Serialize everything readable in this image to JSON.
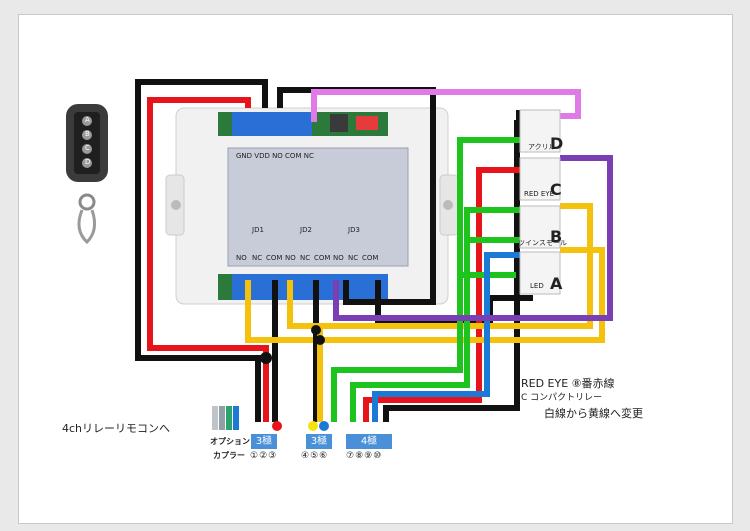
{
  "note_left": "4chリレーリモコンへ",
  "option_coupler_1": "オプション",
  "option_coupler_2": "カプラー",
  "note_right_1": "RED EYE ⑧番赤線",
  "note_right_2": "C コンパクトリレー",
  "note_right_3": "白線から黄線へ変更",
  "connectors": [
    {
      "label": "3極",
      "pins": "①②③"
    },
    {
      "label": "3極",
      "pins": "④⑤⑥"
    },
    {
      "label": "4極",
      "pins": "⑦⑧⑨⑩"
    }
  ],
  "relays": [
    {
      "letter": "D",
      "caption": "アクリル"
    },
    {
      "letter": "C",
      "caption": "RED EYE"
    },
    {
      "letter": "B",
      "caption": "ツインスモール"
    },
    {
      "letter": "A",
      "caption": "LED"
    }
  ],
  "board": {
    "top_terminals": "GND VDD  NO COM NC",
    "jd_labels": [
      "JD1",
      "JD2",
      "JD3"
    ],
    "bottom_terminals": [
      "NO",
      "NC",
      "COM",
      "NO",
      "NC",
      "COM",
      "NO",
      "NC",
      "COM"
    ]
  },
  "remote_buttons": [
    "A",
    "B",
    "C",
    "D"
  ],
  "colors": {
    "red": "#e8141b",
    "black": "#111111",
    "yellow": "#f4c20d",
    "green": "#1dc41d",
    "blue": "#1b7ad6",
    "violet": "#7a3fb5",
    "pink": "#e07ae6",
    "tag": "#4a90d9"
  }
}
